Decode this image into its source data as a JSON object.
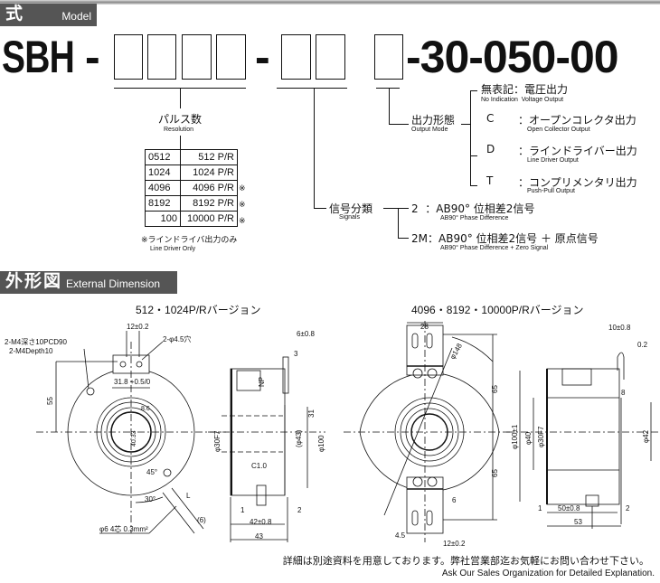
{
  "model_section": {
    "title_jp": "型　式",
    "title_en": "Model"
  },
  "model_code": {
    "prefix": "SBH",
    "dash": "-",
    "suffix": "-30-050-00"
  },
  "resolution": {
    "label_jp": "パルス数",
    "label_en": "Resolution",
    "rows": [
      {
        "code": "0512",
        "value": "512 P/R",
        "note": ""
      },
      {
        "code": "1024",
        "value": "1024 P/R",
        "note": ""
      },
      {
        "code": "4096",
        "value": "4096 P/R",
        "note": "※"
      },
      {
        "code": "8192",
        "value": "8192 P/R",
        "note": "※"
      },
      {
        "code": "100",
        "value": "10000 P/R",
        "note": "※"
      }
    ],
    "footnote_jp": "※ラインドライバ出力のみ",
    "footnote_en": "Line Driver Only"
  },
  "signals": {
    "label_jp": "信号分類",
    "label_en": "Signals",
    "options": [
      {
        "code": "2",
        "text_jp": "：AB90° 位相差2信号",
        "text_en": "AB90° Phase Difference"
      },
      {
        "code": "2M",
        "text_jp": "：AB90° 位相差2信号 ＋ 原点信号",
        "text_en": "AB90° Phase Difference + Zero Signal"
      }
    ]
  },
  "output_mode": {
    "label_jp": "出力形態",
    "label_en": "Output Mode",
    "options": [
      {
        "code": "無表記",
        "text_jp": "：電圧出力",
        "code_en": "No Indication",
        "text_en": "Voltage Output"
      },
      {
        "code": "C",
        "text_jp": "：オープンコレクタ出力",
        "text_en": "Open Collector Output"
      },
      {
        "code": "D",
        "text_jp": "：ラインドライバー出力",
        "text_en": "Line Driver Output"
      },
      {
        "code": "T",
        "text_jp": "：コンプリメンタリ出力",
        "text_en": "Push-Pull Output"
      }
    ]
  },
  "dimension_section": {
    "title_jp": "外形図",
    "title_en": "External Dimension"
  },
  "drawing_left": {
    "title": "512・1024P/Rバージョン",
    "labels": {
      "tap_jp": "2-M4深さ10PCD90",
      "tap_en": "2-M4Depth10",
      "pitch": "12±0.2",
      "hole": "2-φ4.5穴",
      "d55": "55",
      "bore": "31.8 +0.5/0",
      "d8": "8.6",
      "d40": "40.33",
      "a45": "45°",
      "a30": "30°",
      "L": "L",
      "d6": "(6)",
      "cable": "φ6 4芯 0.3mm²",
      "t6": "6±0.8",
      "t3": "3",
      "np": "NP",
      "phi30": "φ30F7",
      "phi43": "(φ43)",
      "d31": "31",
      "phi100": "φ100",
      "c10": "C1.0",
      "d1": "1",
      "d2": "2",
      "l42": "42±0.8",
      "l43": "43"
    }
  },
  "drawing_right": {
    "title": "4096・8192・10000P/Rバージョン",
    "labels": {
      "w28": "28",
      "phi148": "φ148",
      "h65a": "65",
      "h65b": "65",
      "t10": "10±0.8",
      "t02": "0.2",
      "d8": "8",
      "phi100": "φ100±1",
      "phi40": "φ40",
      "phi30": "φ30F7",
      "phi42": "φ42",
      "d6": "6",
      "d45": "4.5",
      "pitch": "12±0.2",
      "d1": "1",
      "l50": "50±0.8",
      "l53": "53",
      "d2": "2"
    }
  },
  "footer": {
    "note_jp": "詳細は別途資料を用意しております。弊社営業部迄お気軽にお問い合わせ下さい。",
    "note_en": "Ask Our Sales Organization for Detailed Explanation."
  }
}
